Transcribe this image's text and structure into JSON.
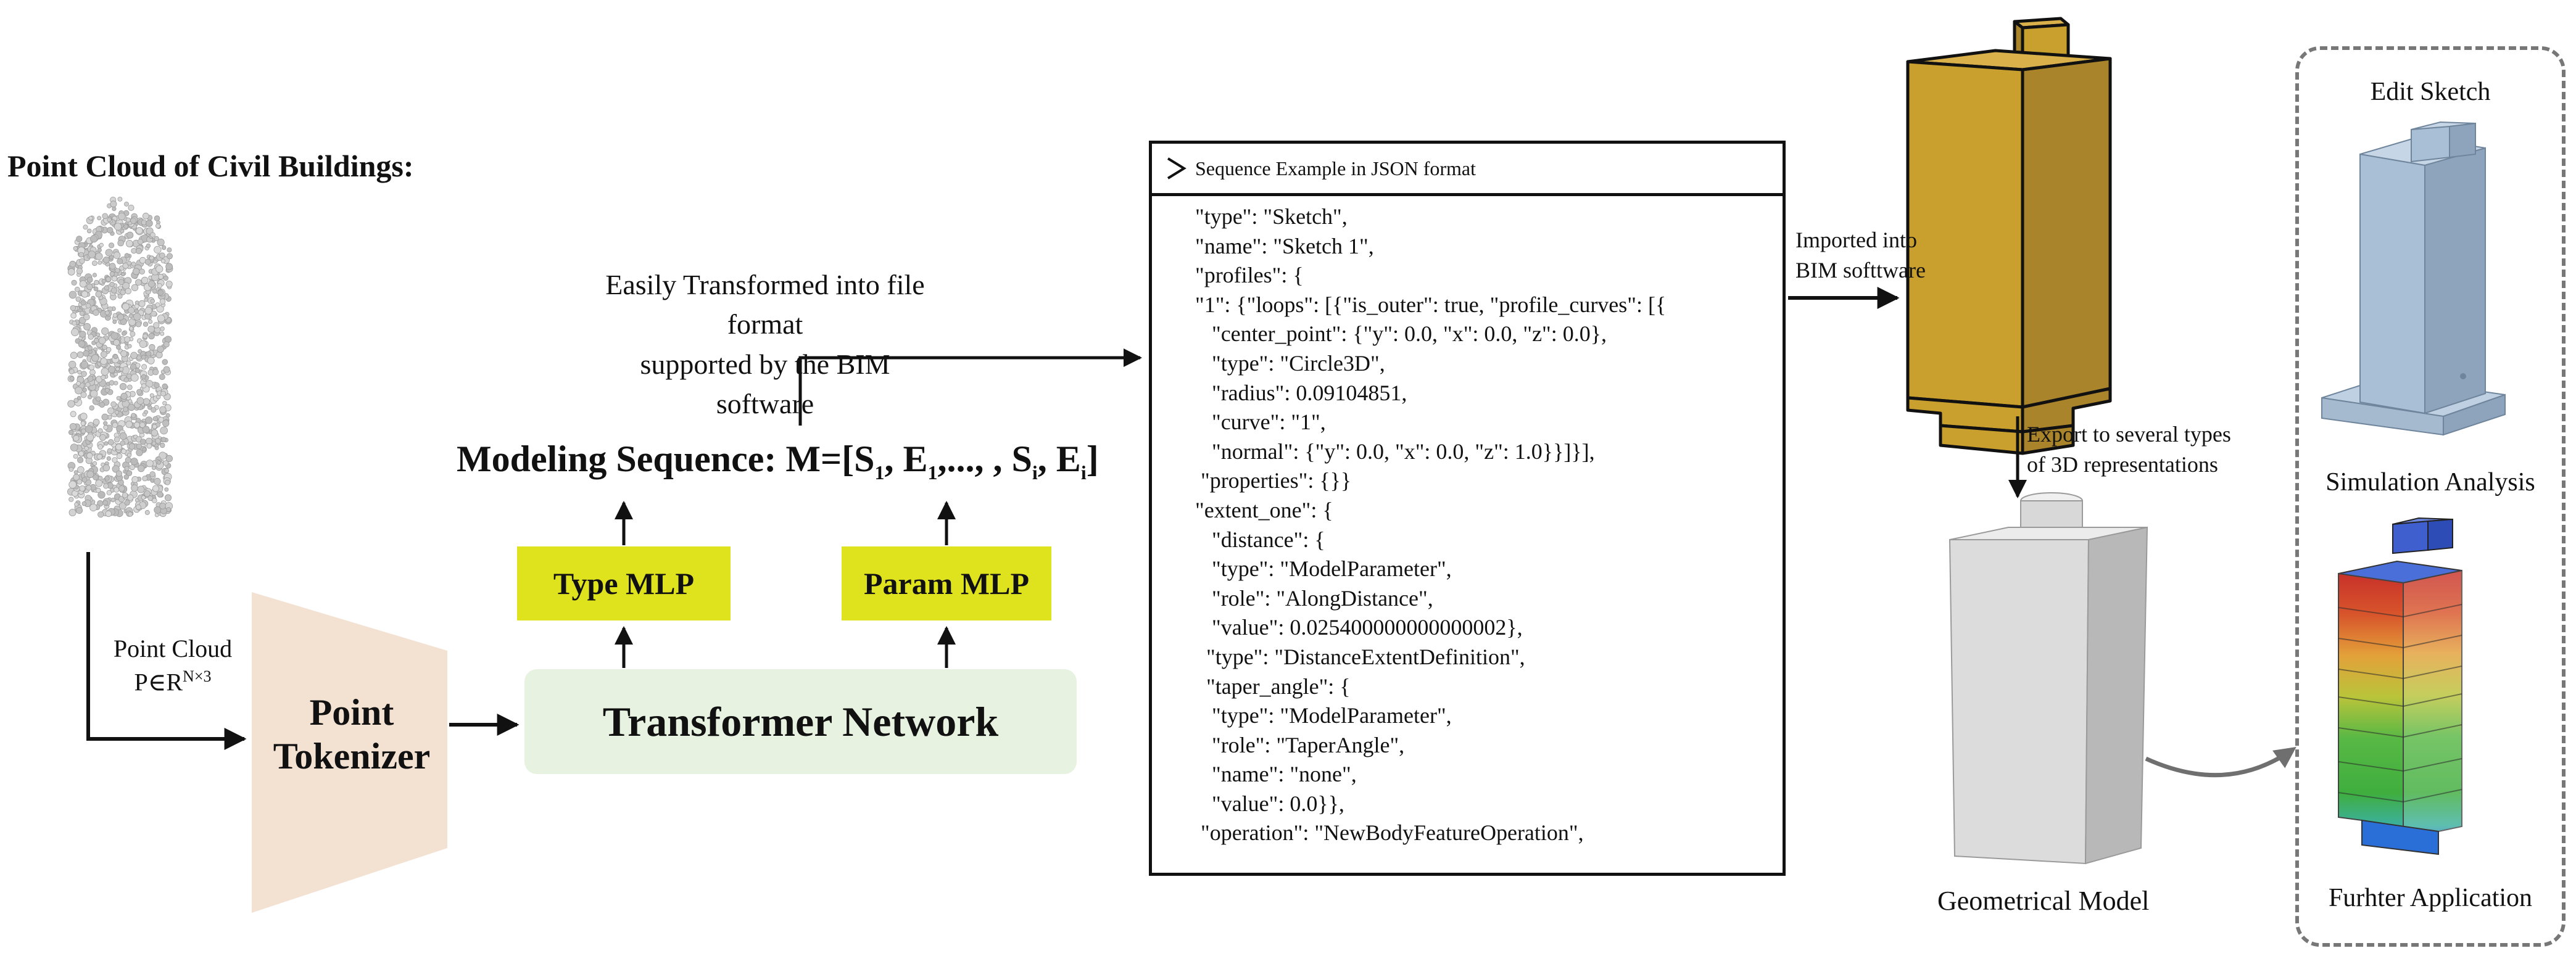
{
  "point_cloud": {
    "title": "Point Cloud of Civil Buildings:",
    "label_line1": "Point Cloud",
    "label_line2": "P∈R",
    "label_sup": "N×3"
  },
  "tokenizer": {
    "line1": "Point",
    "line2": "Tokenizer"
  },
  "transformer": {
    "label": "Transformer Network"
  },
  "mlps": {
    "type": "Type MLP",
    "param": "Param MLP"
  },
  "sequence": {
    "prefix": "Modeling Sequence: M=[S",
    "s1_sub": "1",
    "mid1": ", E",
    "e1_sub": "1",
    "mid2": ",..., , S",
    "si_sub": "i",
    "mid3": ", E",
    "ei_sub": "i",
    "suffix": "]"
  },
  "transform_note": {
    "line1": "Easily Transformed into file format",
    "line2": "supported by the BIM software"
  },
  "json_example": {
    "header": "Sequence Example in JSON format",
    "lines": [
      "\"type\": \"Sketch\",",
      "\"name\": \"Sketch 1\",",
      "\"profiles\": {",
      "\"1\": {\"loops\": [{\"is_outer\": true, \"profile_curves\": [{",
      "   \"center_point\": {\"y\": 0.0, \"x\": 0.0, \"z\": 0.0},",
      "   \"type\": \"Circle3D\",",
      "   \"radius\": 0.09104851,",
      "   \"curve\": \"1\",",
      "   \"normal\": {\"y\": 0.0, \"x\": 0.0, \"z\": 1.0}}]}],",
      " \"properties\": {}}",
      "\"extent_one\": {",
      "   \"distance\": {",
      "   \"type\": \"ModelParameter\",",
      "   \"role\": \"AlongDistance\",",
      "   \"value\": 0.025400000000000002},",
      "  \"type\": \"DistanceExtentDefinition\",",
      "  \"taper_angle\": {",
      "   \"type\": \"ModelParameter\",",
      "   \"role\": \"TaperAngle\",",
      "   \"name\": \"none\",",
      "   \"value\": 0.0}},",
      " \"operation\": \"NewBodyFeatureOperation\","
    ]
  },
  "imported": {
    "line1": "Imported into",
    "line2": "BIM softtware"
  },
  "export": {
    "line1": "Export to several types",
    "line2": "of 3D representations"
  },
  "geometrical_model": {
    "label": "Geometrical Model"
  },
  "applications": {
    "edit": "Edit Sketch",
    "simulation": "Simulation Analysis",
    "further": "Furhter Application"
  },
  "colors": {
    "mlp": "#dfe31e",
    "transformer": "#e8f2e0",
    "tokenizer": "#f3e2d2",
    "bim_model": "#c9a02e",
    "geo_model": "#e0e0e0",
    "edit_model": "#a9bfd6"
  }
}
